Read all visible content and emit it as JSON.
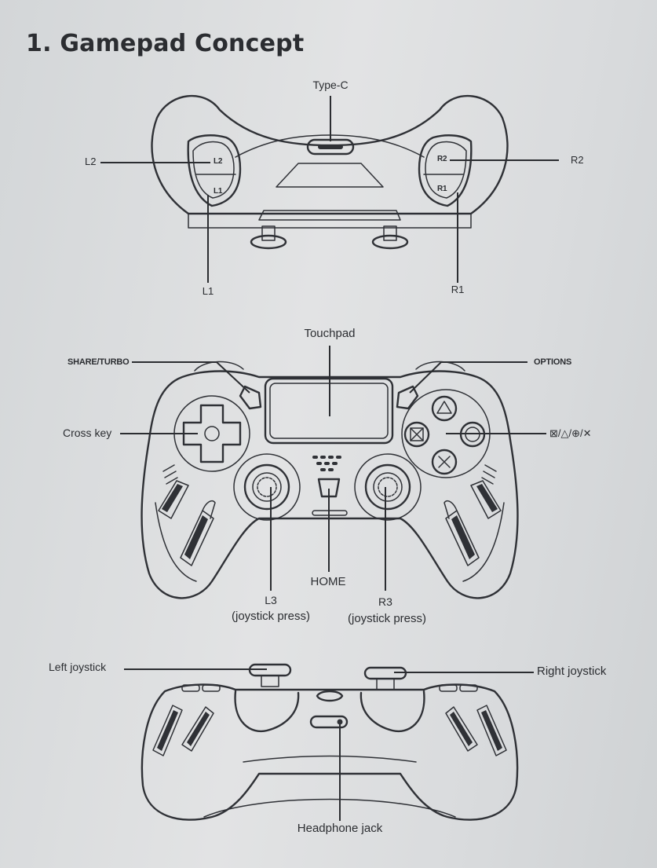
{
  "section_title": "1. Gamepad Concept",
  "top_view": {
    "type_c": "Type-C",
    "l2": "L2",
    "r2": "R2",
    "l1": "L1",
    "r1": "R1",
    "button_l2": "L2",
    "button_l1": "L1",
    "button_r2": "R2",
    "button_r1": "R1"
  },
  "front_view": {
    "touchpad": "Touchpad",
    "share_turbo": "SHARE/TURBO",
    "options": "OPTIONS",
    "cross_key": "Cross key",
    "face_buttons": "⊠/△/⊕/✕",
    "home": "HOME",
    "l3": "L3",
    "l3_note": "(joystick press)",
    "r3": "R3",
    "r3_note": "(joystick press)"
  },
  "bottom_view": {
    "left_joystick": "Left joystick",
    "right_joystick": "Right joystick",
    "headphone_jack": "Headphone jack"
  }
}
